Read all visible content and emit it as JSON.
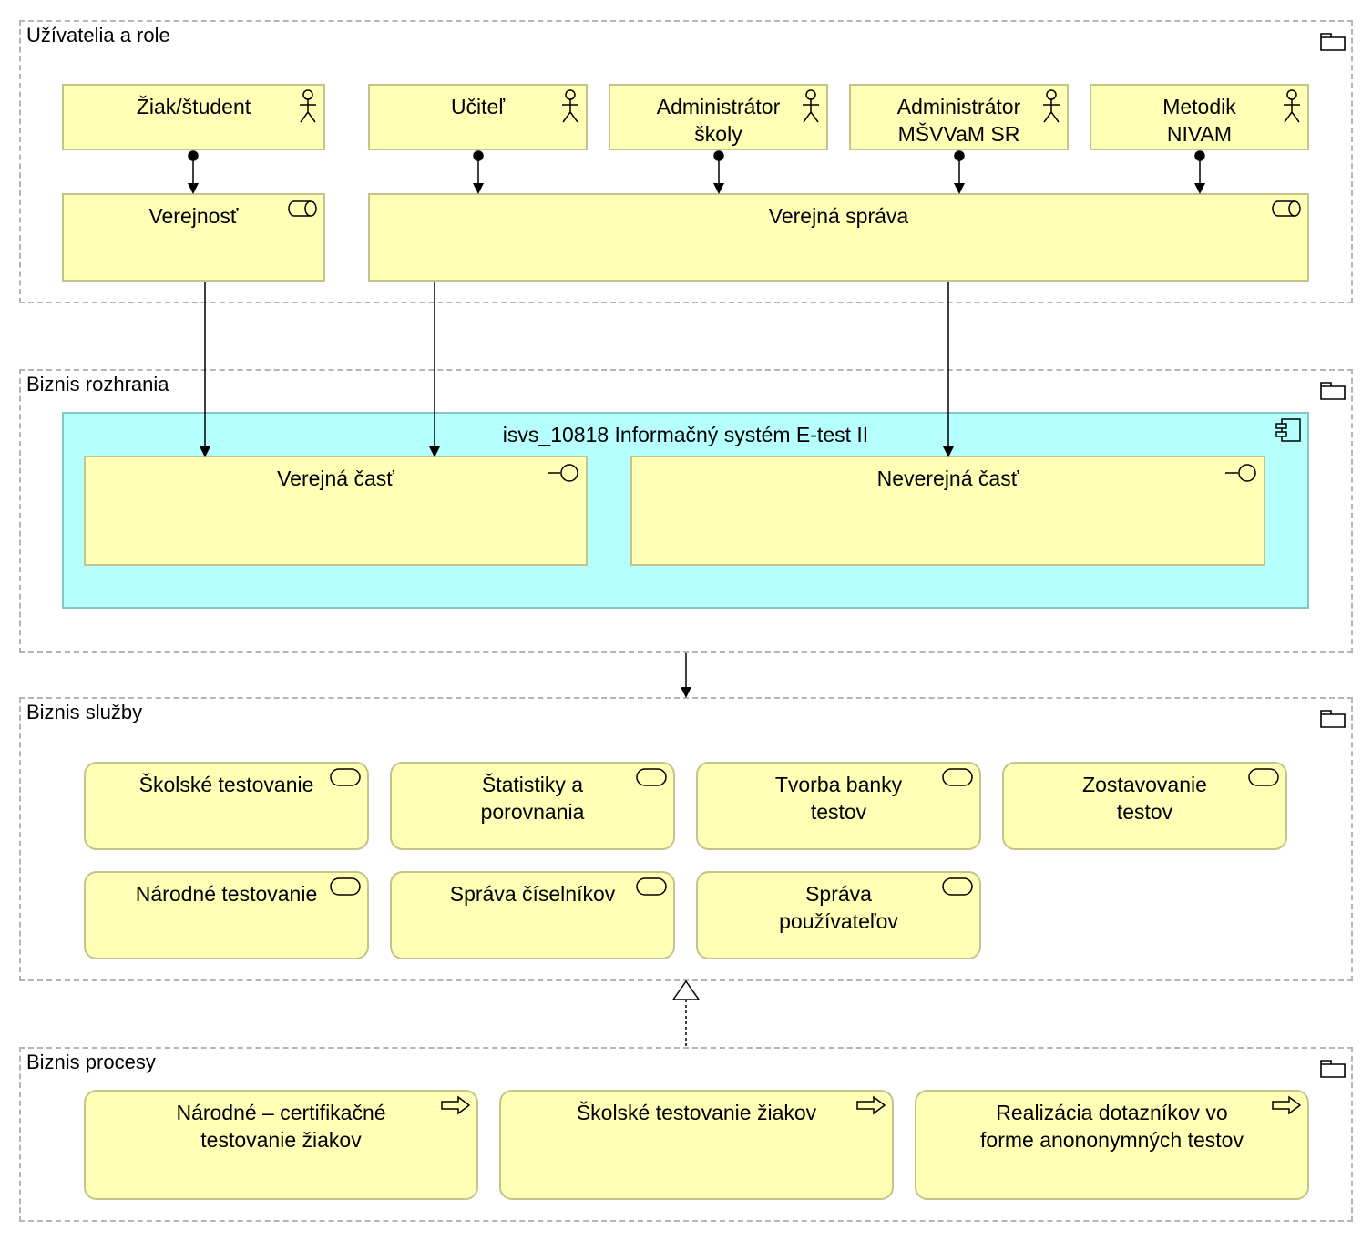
{
  "groups": {
    "users_roles": "Užívatelia a role",
    "interfaces": "Biznis rozhrania",
    "services": "Biznis služby",
    "processes": "Biznis procesy"
  },
  "actors": {
    "student": "Žiak/študent",
    "teacher": "Učiteľ",
    "school_admin": "Administrátor\nškoly",
    "ministry_admin": "Administrátor\nMŠVVaM SR",
    "methodist": "Metodik\nNIVAM"
  },
  "roles": {
    "public": "Verejnosť",
    "public_admin": "Verejná správa"
  },
  "application": {
    "title": "isvs_10818 Informačný systém E-test II",
    "public_part": "Verejná časť",
    "private_part": "Neverejná časť"
  },
  "services": {
    "school_testing": "Školské testovanie",
    "statistics": "Štatistiky a\nporovnania",
    "test_bank": "Tvorba banky\ntestov",
    "test_assembly": "Zostavovanie\ntestov",
    "national_testing": "Národné testovanie",
    "codelists": "Správa číselníkov",
    "user_management": "Správa\npoužívateľov"
  },
  "processes": {
    "national_certification": "Národné – certifikačné\ntestovanie žiakov",
    "school_testing_pupils": "Školské testovanie žiakov",
    "anonymous_questionnaires": "Realizácia dotazníkov vo\nforme anononymných testov"
  },
  "colors": {
    "business": "#ffffb5",
    "application": "#b5ffff",
    "group_border": "#b5b5b5"
  }
}
